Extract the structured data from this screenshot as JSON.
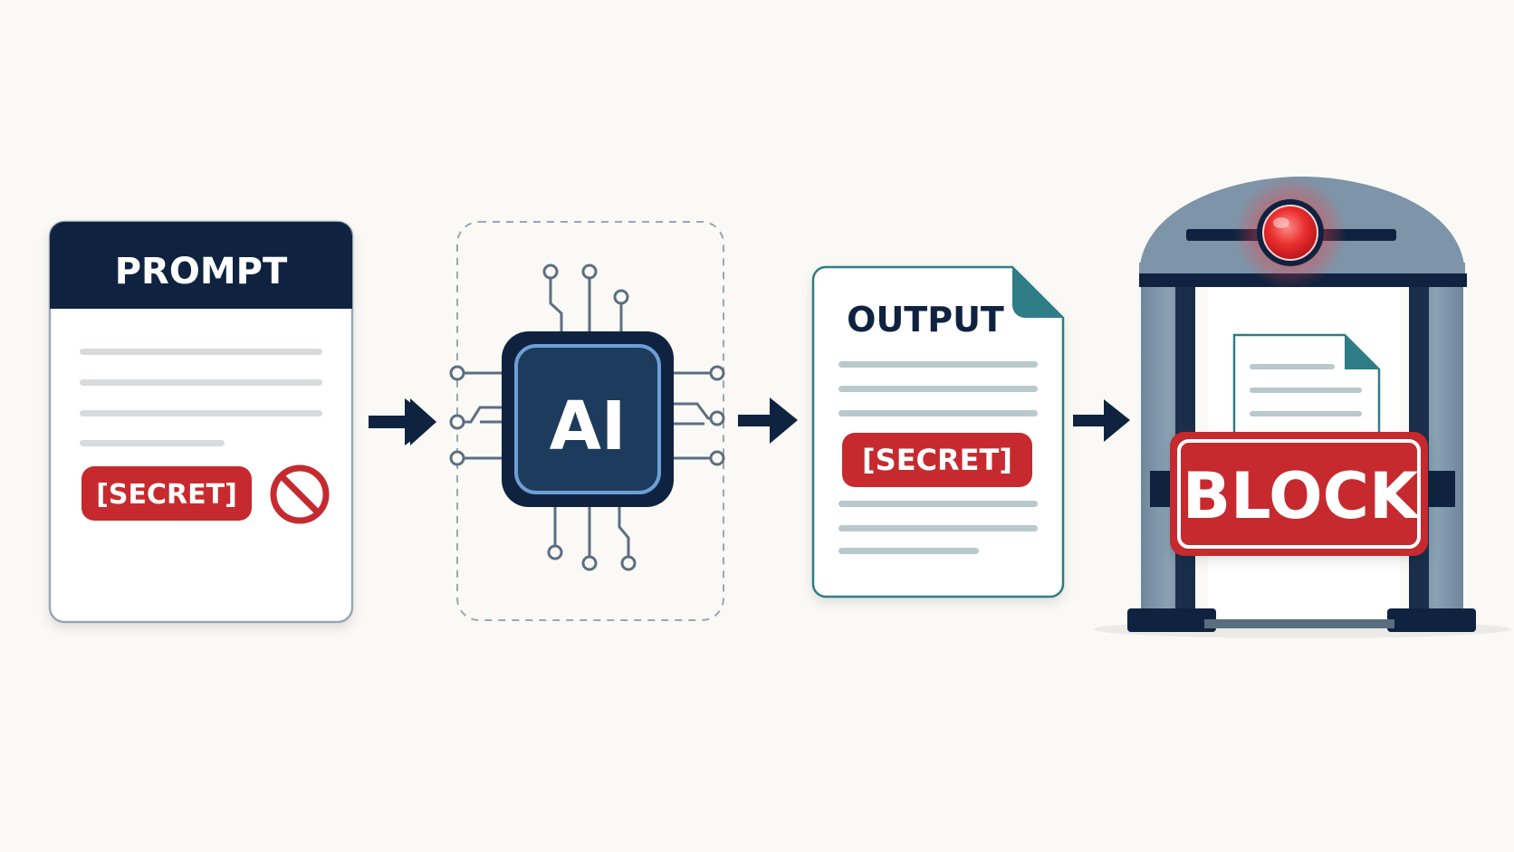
{
  "prompt_doc": {
    "title": "PROMPT",
    "secret_tag": "[SECRET]",
    "forbidden_icon": "prohibited-icon"
  },
  "ai_chip": {
    "label": "AI",
    "icon": "cpu-chip-icon"
  },
  "output_doc": {
    "title": "OUTPUT",
    "secret_tag": "[SECRET]"
  },
  "gate": {
    "block_label": "BLOCK",
    "alarm_icon": "red-alarm-light-icon"
  },
  "flow_arrows": [
    "arrow-right-icon",
    "arrow-right-icon",
    "arrow-right-icon"
  ],
  "colors": {
    "navy": "#0f2340",
    "red": "#c62a2f",
    "teal": "#2f7d86",
    "gate_gray": "#7e94a8",
    "line_gray": "#d8dadb",
    "chip_blue": "#6d9fd6"
  }
}
